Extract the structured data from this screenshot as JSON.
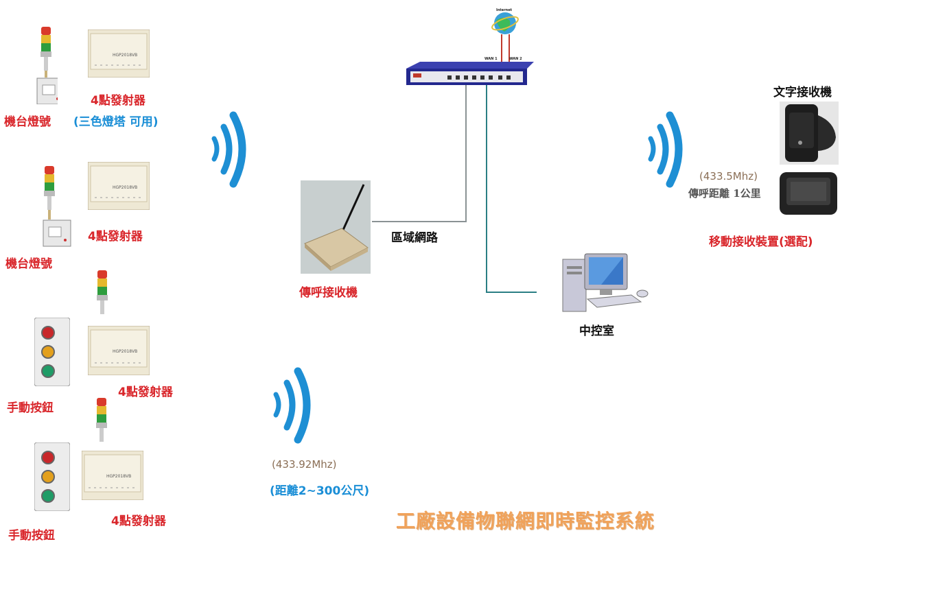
{
  "title": "工廠設備物聯網即時監控系統",
  "colors": {
    "label_red": "#d9262b",
    "label_blue": "#1a8ed6",
    "title_orange": "#f0a25a",
    "line_gray": "#8a9294",
    "line_teal": "#2a7e84",
    "wave_blue": "#1e8fd4",
    "router_blue": "#23288e"
  },
  "left": {
    "stations": [
      {
        "device_label": "機台燈號",
        "transmitter_label": "4點發射器",
        "note": "(三色燈塔 可用)"
      },
      {
        "device_label": "機台燈號",
        "transmitter_label": "4點發射器"
      },
      {
        "device_label": "手動按鈕",
        "transmitter_label": "4點發射器"
      },
      {
        "device_label": "手動按鈕",
        "transmitter_label": "4點發射器"
      }
    ],
    "module_model": "HGP2018VB"
  },
  "receiver": {
    "label": "傳呼接收機"
  },
  "lan_label": "區域網路",
  "router": {
    "internet_label": "Internet",
    "wan1_label": "WAN 1",
    "wan2_label": "WAN 2"
  },
  "control_room": {
    "label": "中控室"
  },
  "radio": {
    "frequency": "(433.92Mhz)",
    "distance": "(距離2~300公尺)"
  },
  "mobile": {
    "text_receiver_label": "文字接收機",
    "frequency": "(433.5Mhz)",
    "distance": "傳呼距離 1公里",
    "group_label": "移動接收裝置(選配)"
  }
}
